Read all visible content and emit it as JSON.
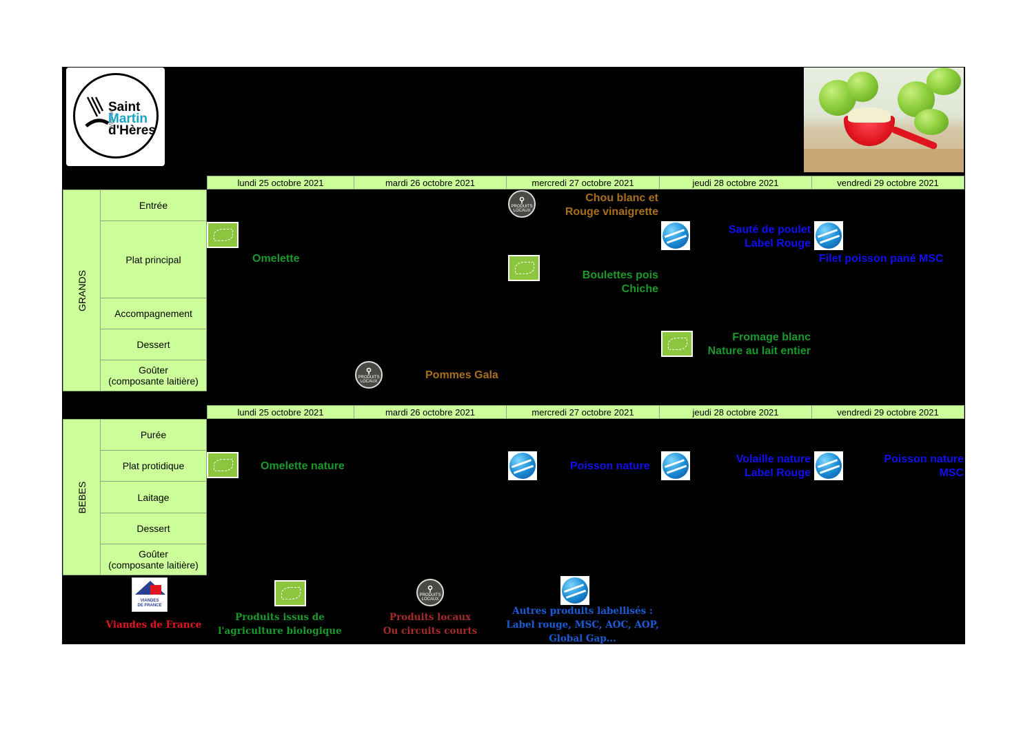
{
  "logo": {
    "line1": "Saint",
    "line2": "Martin",
    "line3": "d'Hères",
    "side": "Ville de"
  },
  "days": [
    "lundi 25 octobre 2021",
    "mardi 26 octobre 2021",
    "mercredi 27 octobre 2021",
    "jeudi 28 octobre 2021",
    "vendredi 29 octobre 2021"
  ],
  "grands": {
    "group": "GRANDS",
    "rows": [
      "Entrée",
      "Plat principal",
      "Accompagnement",
      "Dessert",
      "Goûter\n(composante laitière)"
    ],
    "dishes": {
      "entree_mer": "Chou blanc et\nRouge  vinaigrette",
      "plat_lun": "Omelette",
      "plat_mer": "Boulettes pois\nChiche",
      "plat_jeu": "Sauté de poulet\nLabel Rouge",
      "plat_ven": "Filet poisson pané MSC",
      "dessert_jeu": "Fromage blanc\nNature au lait entier",
      "gouter_mar": "Pommes Gala"
    }
  },
  "bebes": {
    "group": "BEBES",
    "rows": [
      "Purée",
      "Plat protidique",
      "Laitage",
      "Dessert",
      "Goûter\n(composante laitière)"
    ],
    "dishes": {
      "plat_lun": "Omelette nature",
      "plat_mer": "Poisson nature",
      "plat_jeu": "Volaille nature\nLabel Rouge",
      "plat_ven": "Poisson nature\nMSC"
    }
  },
  "legend": {
    "vdf": "Viandes de France",
    "vdf_logo": "VIANDES\nDE FRANCE",
    "bio": "Produits issus de\nl'agriculture biologique",
    "local": "Produits locaux\nOu circuits courts",
    "local_logo": "PRODUITS\nLOCAUX",
    "label": "Autres produits labellisés :\nLabel rouge, MSC, AOC, AOP,\nGlobal Gap..."
  },
  "colors": {
    "header_bg": "#ccff99",
    "bio_green": "#1a9a2a",
    "local_brown": "#a8701c",
    "label_blue": "#1010ee",
    "vdf_red": "#e1141f"
  },
  "icons": [
    "bio-label-icon",
    "produits-locaux-icon",
    "label-globe-icon",
    "viandes-de-france-icon"
  ]
}
